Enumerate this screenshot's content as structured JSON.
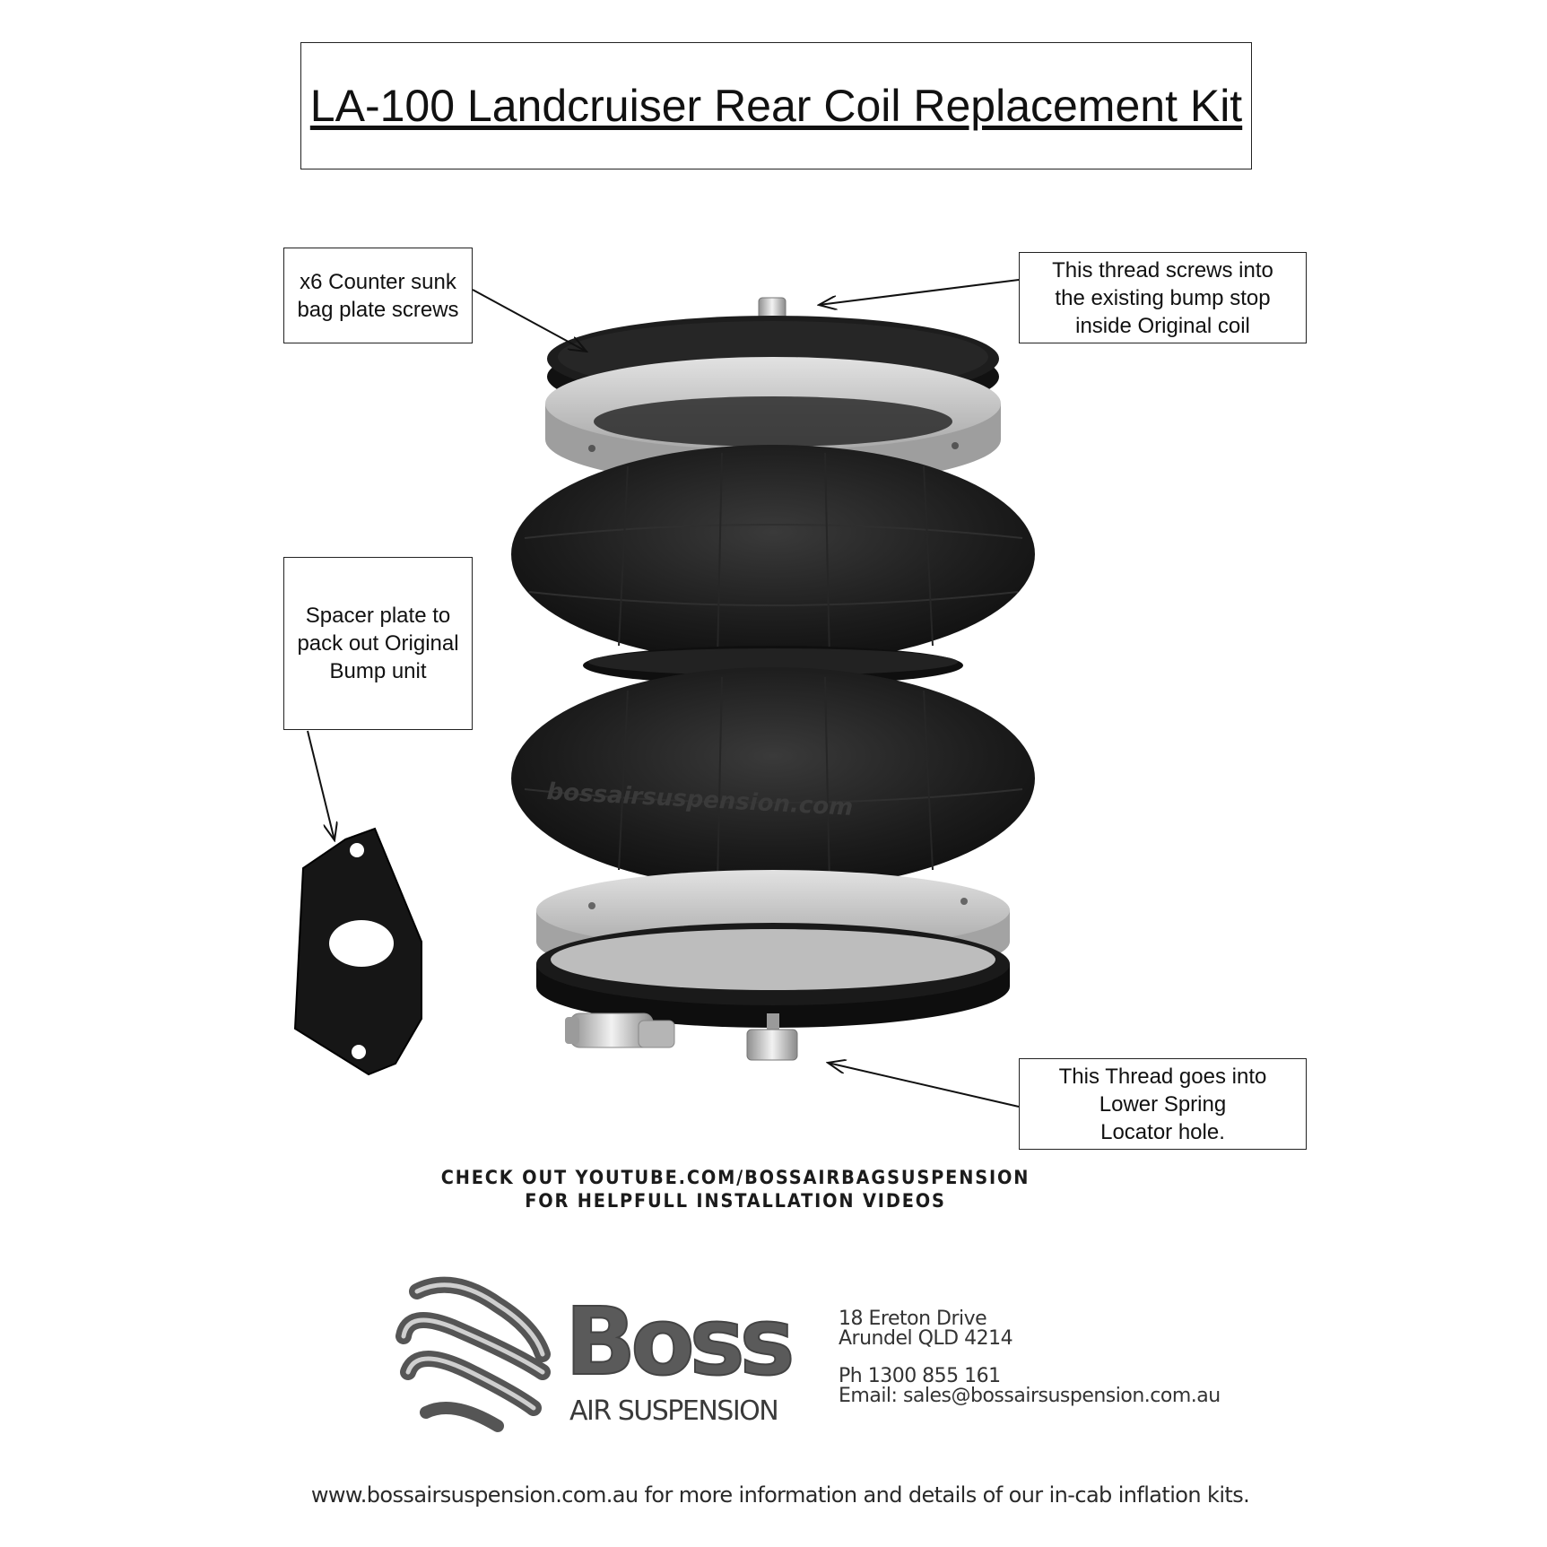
{
  "title": "LA-100 Landcruiser Rear Coil Replacement Kit",
  "callouts": {
    "screws": "x6 Counter sunk\nbag plate screws",
    "top_thread": "This thread screws into\nthe existing bump stop\ninside Original coil",
    "spacer": "Spacer plate to\npack out Original\nBump unit",
    "bottom_thread": "This Thread goes into\nLower Spring\nLocator hole."
  },
  "product": {
    "bag_imprint": "bossairsuspension.com"
  },
  "cta": {
    "line1": "CHECK OUT YOUTUBE.COM/BOSSAIRBAGSUSPENSION",
    "line2": "FOR HELPFULL INSTALLATION VIDEOS"
  },
  "brand": {
    "name": "Boss",
    "tagline": "AIR SUSPENSION"
  },
  "contact": {
    "address_line1": "18 Ereton Drive",
    "address_line2": "Arundel QLD 4214",
    "phone": "Ph 1300 855 161",
    "email": "Email: sales@bossairsuspension.com.au"
  },
  "footer": "www.bossairsuspension.com.au for more information and details of our in-cab inflation kits.",
  "colors": {
    "rubber": "#1c1c1c",
    "plate_silver": "#c9c9c9",
    "plate_black": "#141414",
    "logo_grey": "#555555"
  }
}
